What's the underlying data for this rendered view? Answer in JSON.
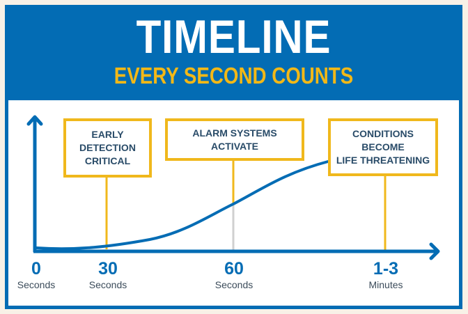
{
  "header": {
    "title": "TIMELINE",
    "subtitle": "EVERY SECOND COUNTS"
  },
  "colors": {
    "brand_blue": "#036cb4",
    "accent_yellow": "#f0b81c",
    "text_dark": "#294b68",
    "background": "#f8f1e7",
    "connector_gray": "#d0d0d0"
  },
  "callouts": [
    {
      "label": "EARLY\nDETECTION\nCRITICAL"
    },
    {
      "label": "ALARM SYSTEMS\nACTIVATE"
    },
    {
      "label": "CONDITIONS\nBECOME\nLIFE THREATENING"
    }
  ],
  "ticks": [
    {
      "value": "0",
      "unit": "Seconds"
    },
    {
      "value": "30",
      "unit": "Seconds"
    },
    {
      "value": "60",
      "unit": "Seconds"
    },
    {
      "value": "1-3",
      "unit": "Minutes"
    }
  ]
}
